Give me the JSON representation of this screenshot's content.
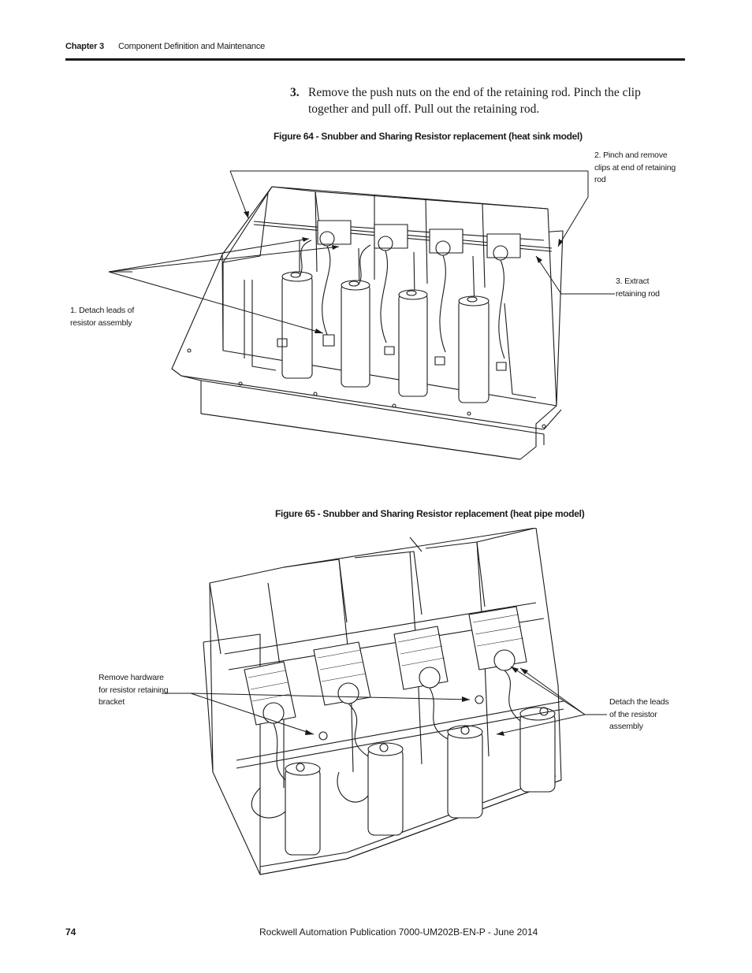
{
  "header": {
    "chapter": "Chapter 3",
    "section": "Component Definition and Maintenance"
  },
  "step": {
    "number": "3.",
    "text": "Remove the push nuts on the end of the retaining rod. Pinch the clip together and pull off. Pull out the retaining rod."
  },
  "figure64": {
    "caption": "Figure 64 - Snubber and Sharing Resistor replacement (heat sink model)",
    "callouts": {
      "pinch": "2. Pinch and remove clips at end of retaining rod",
      "extract": "3. Extract retaining rod",
      "detach": "1. Detach leads of resistor assembly"
    }
  },
  "figure65": {
    "caption": "Figure 65 - Snubber and Sharing Resistor replacement (heat pipe model)",
    "callouts": {
      "hardware": "Remove hardware for resistor retaining bracket",
      "leads": "Detach the leads of the resistor assembly"
    }
  },
  "footer": {
    "page_number": "74",
    "publication": "Rockwell Automation Publication 7000-UM202B-EN-P - June 2014"
  }
}
